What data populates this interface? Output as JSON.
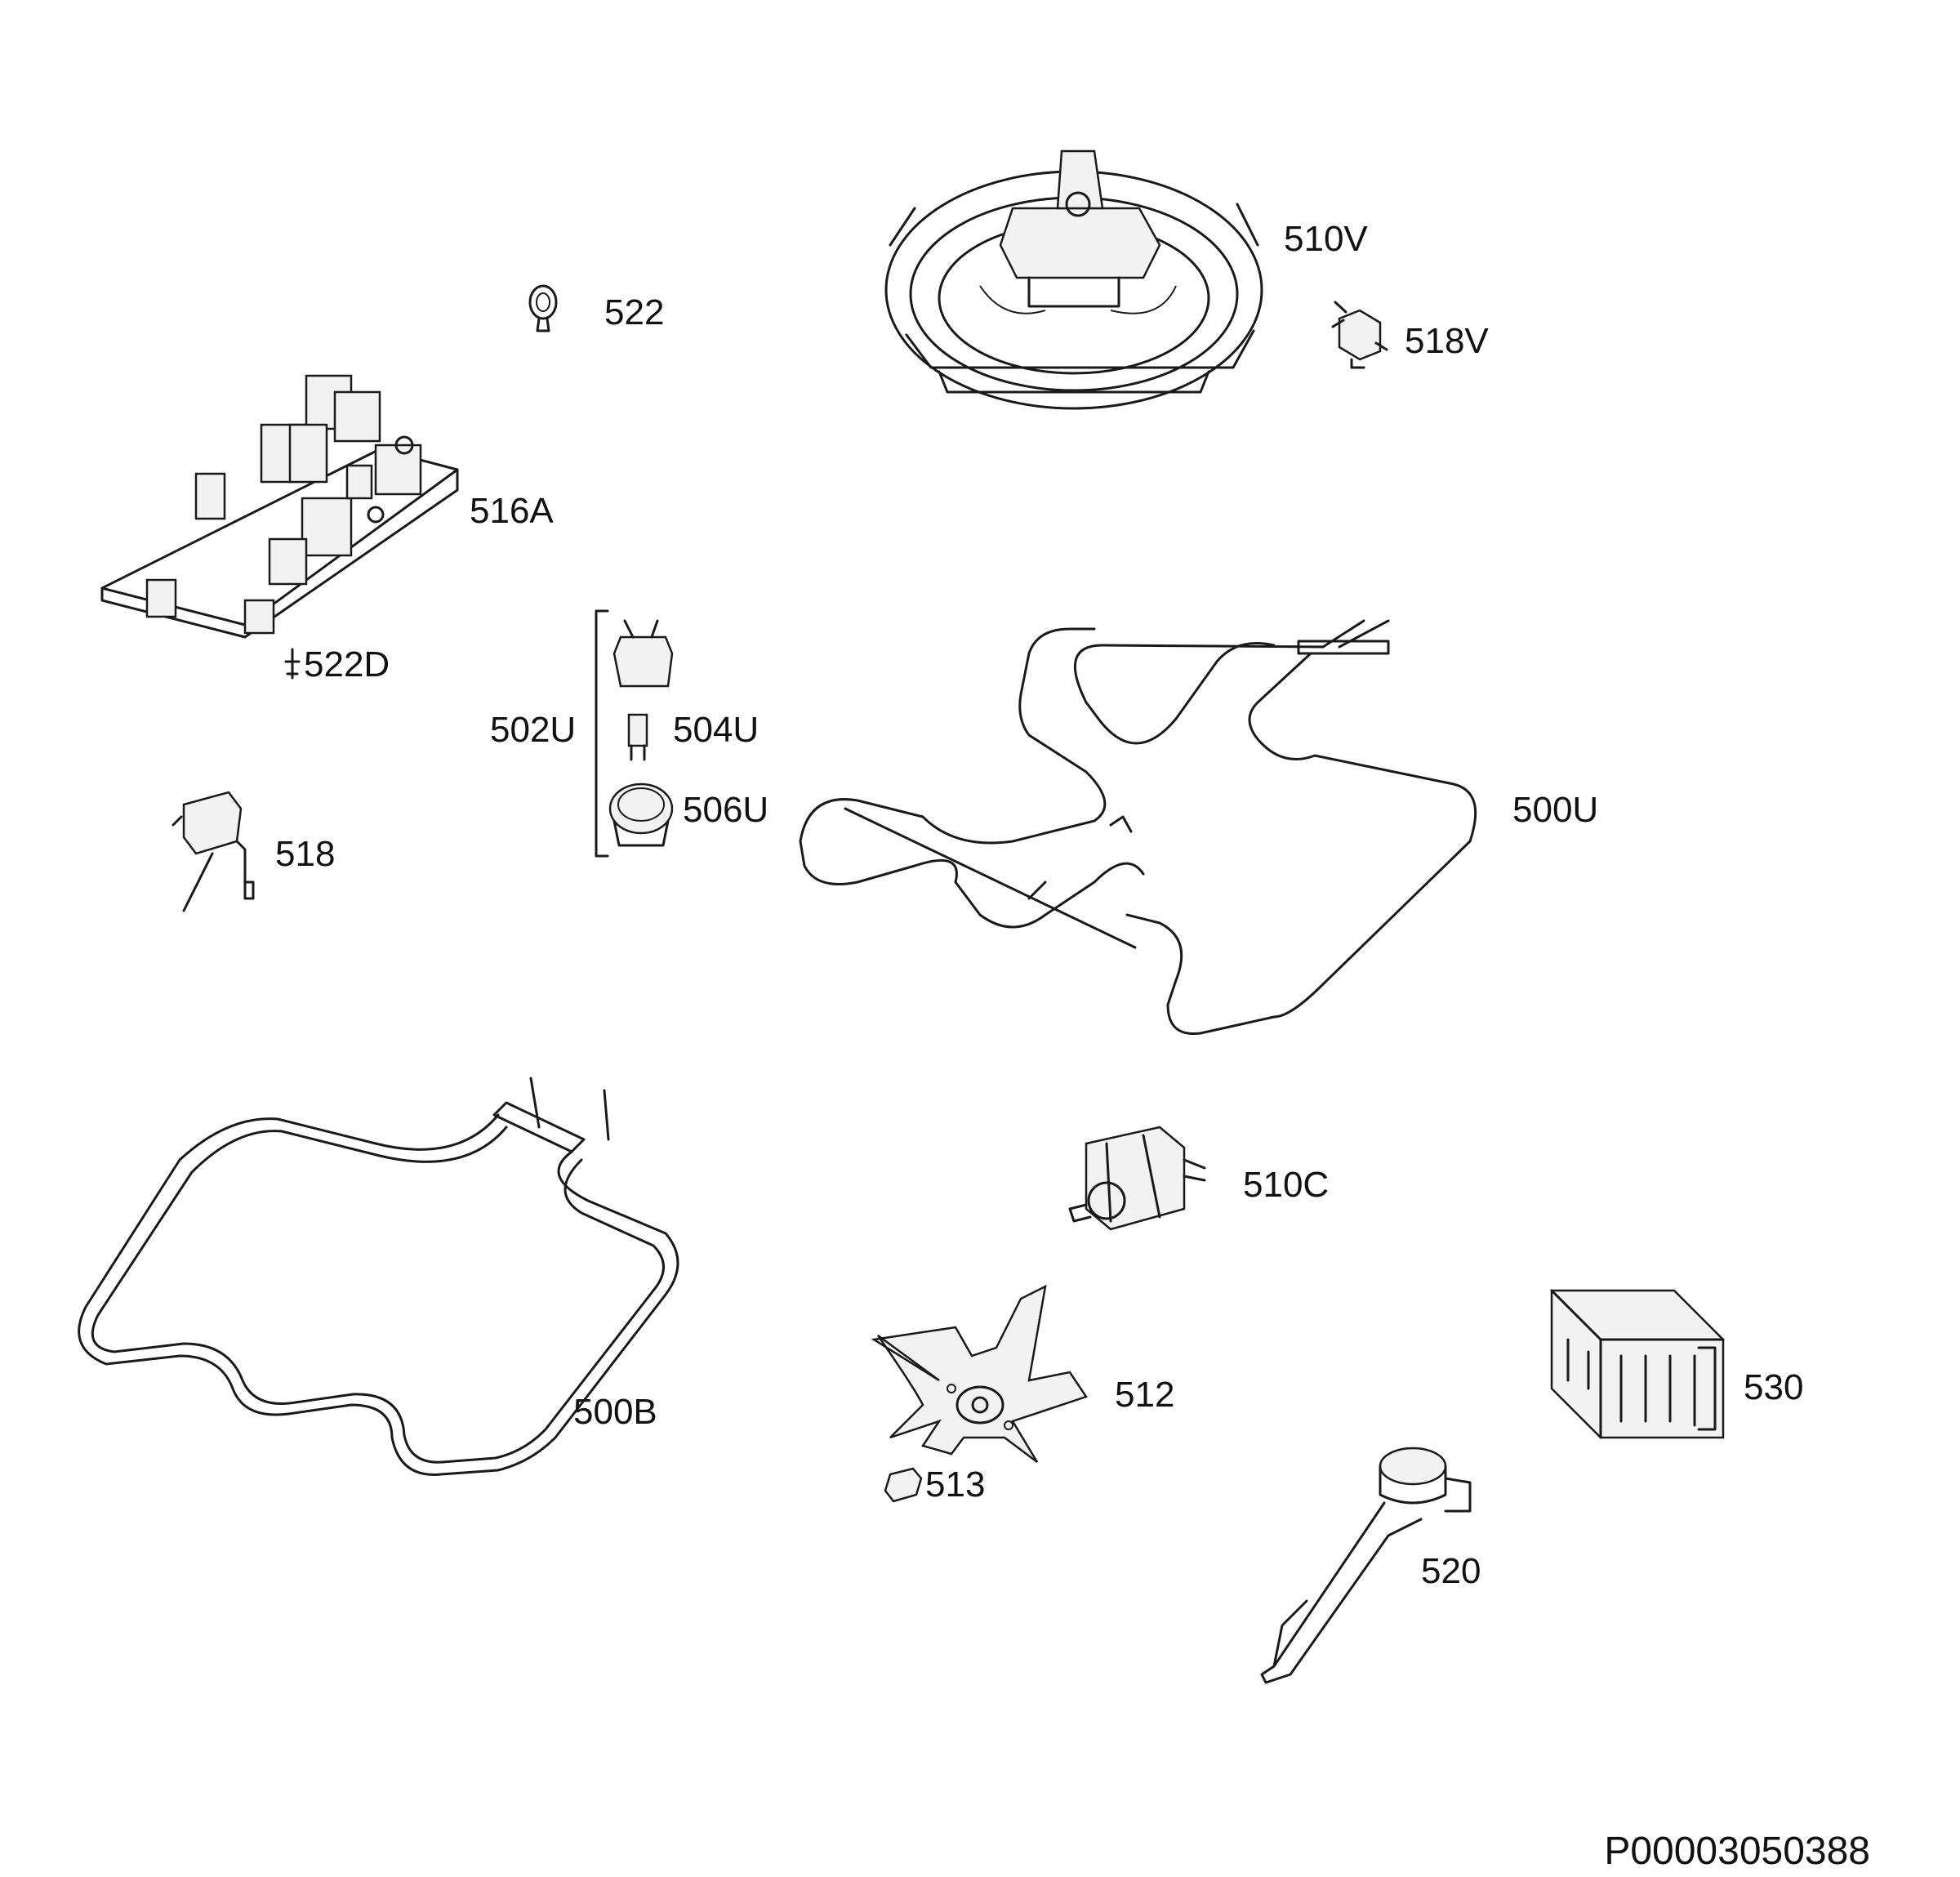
{
  "drawing_number": "P00003050388",
  "parts": [
    {
      "id": "rear-fan-motor-assembly",
      "label": "510V"
    },
    {
      "id": "thermostat-clip",
      "label": "522"
    },
    {
      "id": "safety-thermostat",
      "label": "518V"
    },
    {
      "id": "control-board",
      "label": "516A"
    },
    {
      "id": "board-spacer",
      "label": "522D"
    },
    {
      "id": "lamp-assembly",
      "label": "502U"
    },
    {
      "id": "lamp-bulb",
      "label": "504U"
    },
    {
      "id": "lamp-cover",
      "label": "506U"
    },
    {
      "id": "temperature-sensor",
      "label": "518"
    },
    {
      "id": "upper-heating-element",
      "label": "500U"
    },
    {
      "id": "lower-heating-element",
      "label": "500B"
    },
    {
      "id": "cooling-fan-motor",
      "label": "510C"
    },
    {
      "id": "fan-blade",
      "label": "512"
    },
    {
      "id": "fan-nut",
      "label": "513"
    },
    {
      "id": "selector-switch",
      "label": "530"
    },
    {
      "id": "timer",
      "label": "520"
    }
  ]
}
